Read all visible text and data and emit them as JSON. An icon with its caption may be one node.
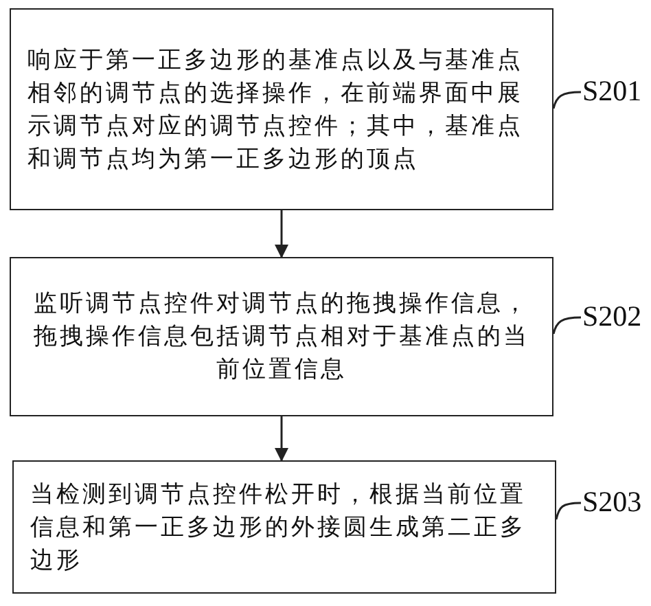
{
  "diagram": {
    "nodes": [
      {
        "text": [
          "响应于第一正多边形的基准点以及与基准点相邻的调节点的选择操作，在前端界面中展示调节点对应的调节点控件；其中，基准点和调节点均为第一正多边形的顶点"
        ]
      },
      {
        "text": [
          "S201"
        ]
      },
      {
        "text": [
          "监听调节点控件对调节点的拖拽操作信息，拖拽操作信息包括调节点相对于基准点的当前位置信息"
        ]
      },
      {
        "text": [
          "S202"
        ]
      },
      {
        "text": [
          "当检测到调节点控件松开时，根据当前位置信息和第一正多边形的外接圆生成第二正多边形"
        ]
      },
      {
        "text": [
          "S203"
        ]
      }
    ],
    "edges": [
      {
        "from": 0,
        "to": 2,
        "arrow": "to"
      },
      {
        "from": 2,
        "to": 4,
        "arrow": "to"
      },
      {
        "from": 1,
        "to": 0,
        "arrow": "none"
      },
      {
        "from": 3,
        "to": 2,
        "arrow": "none"
      },
      {
        "from": 5,
        "to": 4,
        "arrow": "none"
      }
    ]
  }
}
